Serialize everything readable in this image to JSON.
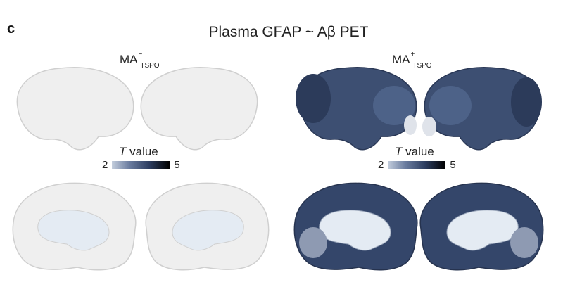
{
  "figure": {
    "panel_letter": "c",
    "title": "Plasma GFAP ~  Aβ PET",
    "panels": [
      {
        "condition_base": "MA",
        "condition_sup": "−",
        "condition_sub": "TSPO",
        "colorbar": {
          "label_italic": "T",
          "label_rest": " value",
          "min": "2",
          "max": "5"
        }
      },
      {
        "condition_base": "MA",
        "condition_sup": "+",
        "condition_sub": "TSPO",
        "colorbar": {
          "label_italic": "T",
          "label_rest": " value",
          "min": "2",
          "max": "5"
        }
      }
    ],
    "colors": {
      "low": "#c4cedd",
      "mid": "#3d4f72",
      "high": "#000000",
      "nonsig": "#ececec"
    }
  }
}
